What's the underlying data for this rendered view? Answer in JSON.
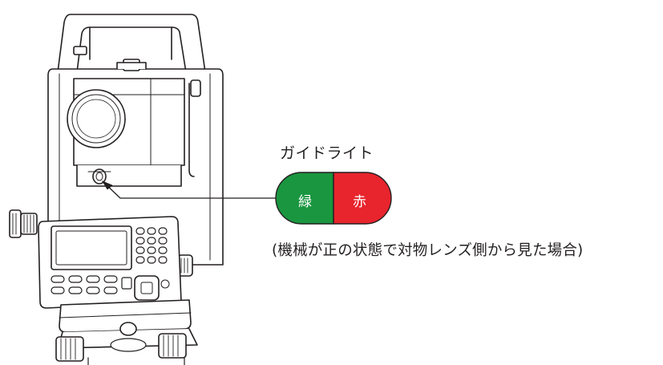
{
  "guide_light": {
    "title": "ガイドライト",
    "green_label": "緑",
    "red_label": "赤",
    "green_color": "#1a9640",
    "red_color": "#e8242d"
  },
  "caption": "(機械が正の状態で対物レンズ側から見た場合)",
  "device_icon": "total-station-instrument"
}
